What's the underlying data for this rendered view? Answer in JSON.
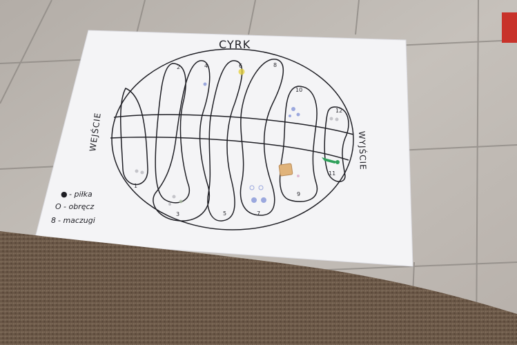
{
  "board": {
    "title": "CYRK",
    "entrance_label": "WEJŚCIE",
    "exit_label": "WYJŚCIE",
    "field_numbers": [
      "1",
      "2",
      "3",
      "4",
      "5",
      "6",
      "7",
      "8",
      "9",
      "10",
      "11",
      "12"
    ]
  },
  "legend": {
    "items": [
      {
        "symbol": "●",
        "label": "- piłka"
      },
      {
        "symbol": "O",
        "label": "- obręcz"
      },
      {
        "symbol": "8",
        "label": "- maczugi"
      }
    ]
  },
  "colors": {
    "floor": "#bdb7b1",
    "paper": "#f4f4f6",
    "ink": "#1e1e24",
    "carpet": "#6a5747",
    "die": "#e0b37a",
    "pawn": "#2fa05a",
    "dot_blue": "#7e8fd6",
    "dot_yellow": "#e4cf38"
  }
}
